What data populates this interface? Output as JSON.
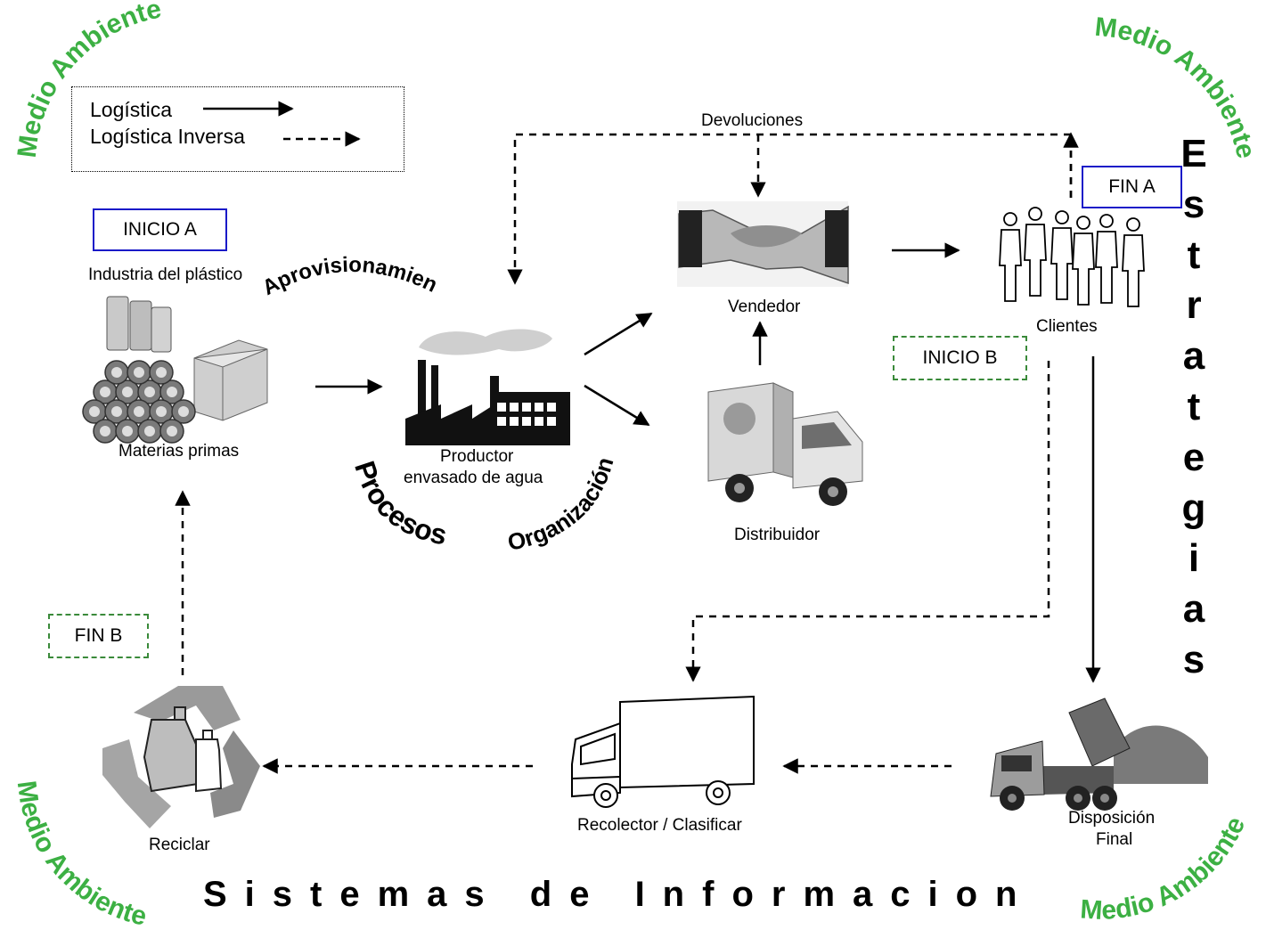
{
  "legend": {
    "logistica": "Logística",
    "logistica_inversa": "Logística Inversa"
  },
  "medio_ambiente": "Medio Ambiente",
  "boxes": {
    "inicio_a": "INICIO A",
    "fin_a": "FIN A",
    "inicio_b": "INICIO B",
    "fin_b": "FIN B"
  },
  "nodes": {
    "industria": "Industria del plástico",
    "materias": "Materias primas",
    "productor_1": "Productor",
    "productor_2": "envasado de agua",
    "vendedor": "Vendedor",
    "distribuidor": "Distribuidor",
    "clientes": "Clientes",
    "devoluciones": "Devoluciones",
    "recolector": "Recolector / Clasificar",
    "reciclar": "Reciclar",
    "disposicion_1": "Disposición",
    "disposicion_2": "Final"
  },
  "curved": {
    "aprovisionamiento": "Aprovisionamiento",
    "procesos": "Procesos",
    "organizacion": "Organización"
  },
  "estrategias": "Estrategias",
  "sistemas": "Sistemas de Informacion",
  "colors": {
    "green": "#3cb043",
    "blue_box": "#1a1ac8",
    "green_box": "#3a8a3a"
  }
}
